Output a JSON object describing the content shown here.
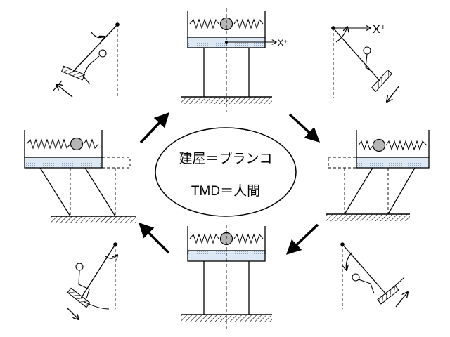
{
  "center": {
    "line1": "建屋＝ブランコ",
    "line2": "TMD＝人間"
  },
  "labels": {
    "building_axis": "X⁺",
    "swing_axis": "X⁺"
  },
  "colors": {
    "slab_fill": "#dce9f5",
    "mass_fill": "#b5b5b5",
    "line": "#000000"
  }
}
